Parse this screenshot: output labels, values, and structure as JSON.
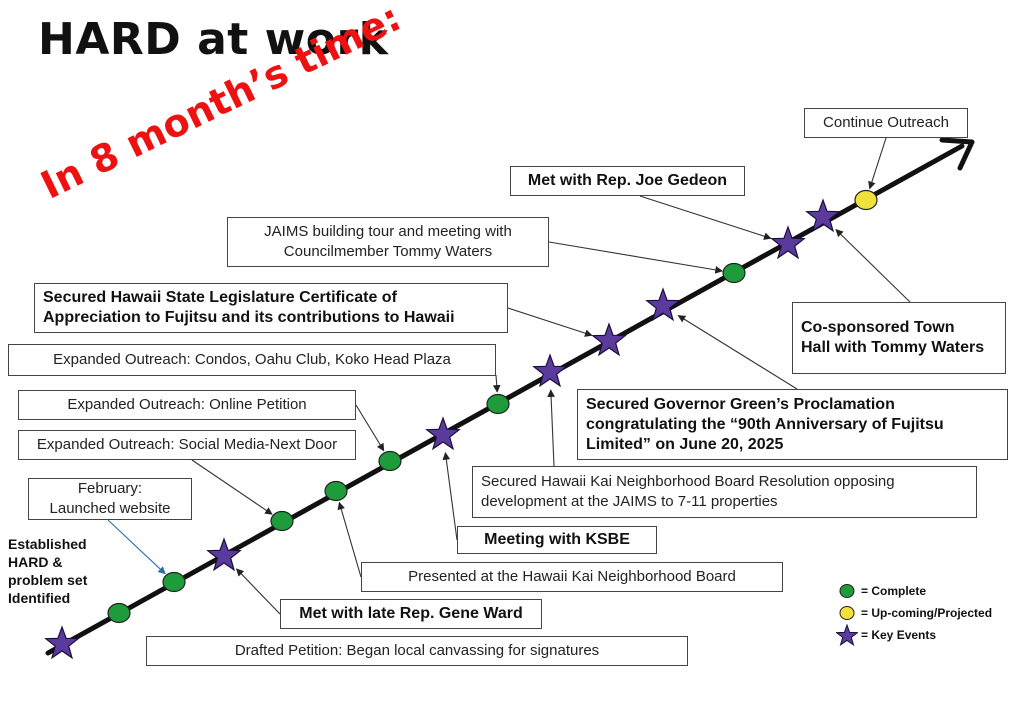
{
  "title": "HARD at work",
  "subtitle": "In 8 month’s time:",
  "colors": {
    "complete": "#1e9b3a",
    "upcoming": "#f0e23a",
    "key_event": "#5b3a9e",
    "subtitle": "#ee1111"
  },
  "events": [
    {
      "id": "established",
      "marker": "key_event",
      "lines": [
        "Established",
        "HARD &",
        "problem set",
        "Identified"
      ]
    },
    {
      "id": "drafted-petition",
      "marker": "complete",
      "lines": [
        "Drafted Petition: Began local canvassing for signatures"
      ]
    },
    {
      "id": "launched-website",
      "marker": "complete",
      "lines": [
        "February:",
        "Launched website"
      ]
    },
    {
      "id": "gene-ward",
      "marker": "key_event",
      "lines": [
        "Met with late Rep. Gene Ward"
      ]
    },
    {
      "id": "social-media",
      "marker": "complete",
      "lines": [
        "Expanded Outreach:  Social Media-Next Door"
      ]
    },
    {
      "id": "neighborhood-board",
      "marker": "complete",
      "lines": [
        "Presented at the Hawaii Kai Neighborhood Board"
      ]
    },
    {
      "id": "online-petition",
      "marker": "complete",
      "lines": [
        "Expanded Outreach: Online Petition"
      ]
    },
    {
      "id": "ksbe",
      "marker": "key_event",
      "lines": [
        "Meeting with KSBE"
      ]
    },
    {
      "id": "condos",
      "marker": "complete",
      "lines": [
        "Expanded Outreach:  Condos, Oahu Club, Koko Head Plaza"
      ]
    },
    {
      "id": "nb-resolution",
      "marker": "key_event",
      "lines": [
        "Secured Hawaii Kai Neighborhood Board Resolution opposing",
        "development at the JAIMS  to 7-11 properties"
      ]
    },
    {
      "id": "legislature",
      "marker": "key_event",
      "lines": [
        "Secured Hawaii State Legislature Certificate of",
        "Appreciation to Fujitsu and its contributions to Hawaii"
      ]
    },
    {
      "id": "governor",
      "marker": "key_event",
      "lines": [
        "Secured Governor Green’s Proclamation",
        "congratulating the “90th Anniversary of Fujitsu",
        "Limited” on June 20, 2025"
      ]
    },
    {
      "id": "jaims-tour",
      "marker": "complete",
      "lines": [
        "JAIMS building tour and meeting with",
        "Councilmember Tommy Waters"
      ]
    },
    {
      "id": "joe-gedeon",
      "marker": "key_event",
      "lines": [
        "Met with Rep. Joe Gedeon"
      ]
    },
    {
      "id": "town-hall",
      "marker": "key_event",
      "lines": [
        "Co-sponsored Town",
        "Hall with Tommy Waters"
      ]
    },
    {
      "id": "continue-outreach",
      "marker": "upcoming",
      "lines": [
        "Continue Outreach"
      ]
    }
  ],
  "legend": [
    {
      "marker": "complete",
      "label": "= Complete"
    },
    {
      "marker": "upcoming",
      "label": "= Up-coming/Projected"
    },
    {
      "marker": "key_event",
      "label": "= Key Events"
    }
  ]
}
